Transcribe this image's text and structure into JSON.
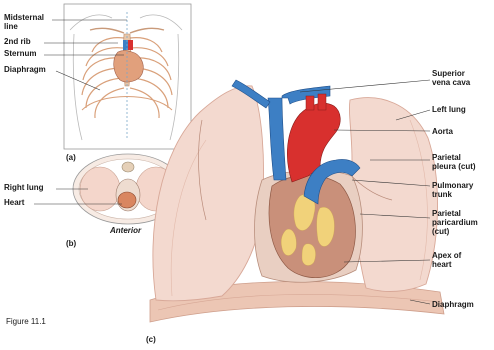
{
  "panel_a": {
    "tag": "(a)",
    "labels": {
      "midsternal_1": "Midsternal",
      "midsternal_2": "line",
      "second_rib": "2nd rib",
      "sternum": "Sternum",
      "diaphragm": "Diaphragm"
    }
  },
  "panel_b": {
    "tag": "(b)",
    "labels": {
      "right_lung": "Right lung",
      "heart": "Heart",
      "anterior": "Anterior"
    }
  },
  "panel_c": {
    "tag": "(c)",
    "labels": {
      "svc_1": "Superior",
      "svc_2": "vena cava",
      "left_lung": "Left lung",
      "aorta": "Aorta",
      "parietal_pleura_1": "Parietal",
      "parietal_pleura_2": "pleura (cut)",
      "pulmonary_1": "Pulmonary",
      "pulmonary_2": "trunk",
      "pericardium_1": "Parietal",
      "pericardium_2": "paricardium",
      "pericardium_3": "(cut)",
      "apex_1": "Apex of",
      "apex_2": "heart",
      "diaphragm": "Diaphragm"
    }
  },
  "figure_caption": "Figure 11.1",
  "colors": {
    "lung": "#f3d9cf",
    "lung_edge": "#d8a898",
    "vein_blue": "#3d7fc4",
    "artery_red": "#d8302e",
    "heart_muscle": "#c9907a",
    "fat_yellow": "#f1d27a",
    "diaphragm": "#e9c0ae"
  }
}
